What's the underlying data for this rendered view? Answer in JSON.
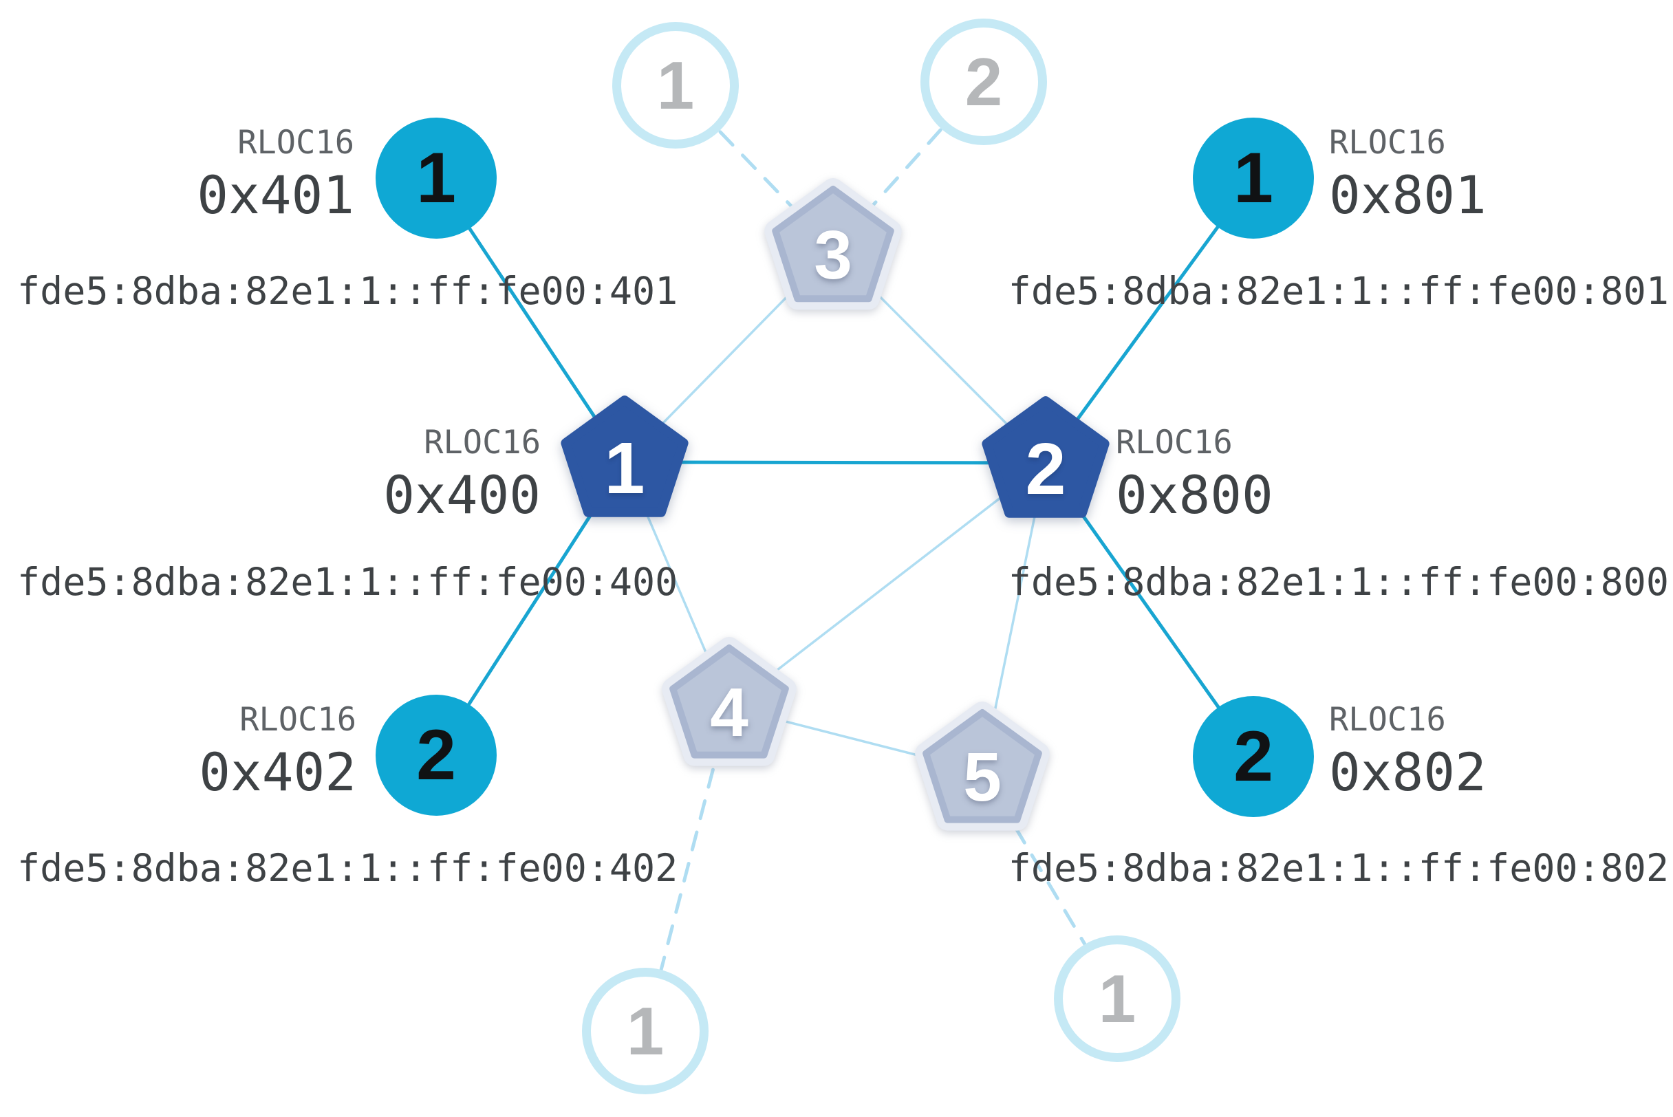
{
  "colors": {
    "background": "#ffffff",
    "router_fill": "#2D57A3",
    "child_fill": "#0FA8D4",
    "ghost_pentagon_fill": "#BAC5D9",
    "ghost_pentagon_border": "#A9B6D0",
    "ghost_pentagon_halo": "#E7EBF3",
    "ghost_circle_border": "#C5E9F5",
    "ghost_number": "#B5B7B9",
    "link_teal": "#18A5D1",
    "link_light": "#AFDDF2",
    "text_dark": "#3E4245",
    "text_gray": "#5E6266"
  },
  "nodes": {
    "router_1": {
      "number": "1",
      "rloc_label": "RLOC16",
      "rloc": "0x400",
      "address": "fde5:8dba:82e1:1::ff:fe00:400"
    },
    "router_2": {
      "number": "2",
      "rloc_label": "RLOC16",
      "rloc": "0x800",
      "address": "fde5:8dba:82e1:1::ff:fe00:800"
    },
    "child_401": {
      "number": "1",
      "rloc_label": "RLOC16",
      "rloc": "0x401",
      "address": "fde5:8dba:82e1:1::ff:fe00:401"
    },
    "child_402": {
      "number": "2",
      "rloc_label": "RLOC16",
      "rloc": "0x402",
      "address": "fde5:8dba:82e1:1::ff:fe00:402"
    },
    "child_801": {
      "number": "1",
      "rloc_label": "RLOC16",
      "rloc": "0x801",
      "address": "fde5:8dba:82e1:1::ff:fe00:801"
    },
    "child_802": {
      "number": "2",
      "rloc_label": "RLOC16",
      "rloc": "0x802",
      "address": "fde5:8dba:82e1:1::ff:fe00:802"
    },
    "ghost_pentagon_3": {
      "number": "3"
    },
    "ghost_pentagon_4": {
      "number": "4"
    },
    "ghost_pentagon_5": {
      "number": "5"
    },
    "ghost_circle_top_1": {
      "number": "1"
    },
    "ghost_circle_top_2": {
      "number": "2"
    },
    "ghost_circle_bottom_left": {
      "number": "1"
    },
    "ghost_circle_bottom_right": {
      "number": "1"
    }
  },
  "edges": [
    {
      "from": "ghost_circle_top_1",
      "to": "ghost_pentagon_3",
      "style": "dashed"
    },
    {
      "from": "ghost_circle_top_2",
      "to": "ghost_pentagon_3",
      "style": "dashed"
    },
    {
      "from": "ghost_pentagon_4",
      "to": "ghost_circle_bottom_left",
      "style": "dashed"
    },
    {
      "from": "ghost_pentagon_5",
      "to": "ghost_circle_bottom_right",
      "style": "dashed"
    },
    {
      "from": "router_1",
      "to": "ghost_pentagon_3",
      "style": "light"
    },
    {
      "from": "router_2",
      "to": "ghost_pentagon_3",
      "style": "light"
    },
    {
      "from": "router_1",
      "to": "ghost_pentagon_4",
      "style": "light"
    },
    {
      "from": "router_2",
      "to": "ghost_pentagon_4",
      "style": "light"
    },
    {
      "from": "router_2",
      "to": "ghost_pentagon_5",
      "style": "light"
    },
    {
      "from": "ghost_pentagon_4",
      "to": "ghost_pentagon_5",
      "style": "light"
    },
    {
      "from": "child_401",
      "to": "router_1",
      "style": "teal"
    },
    {
      "from": "child_402",
      "to": "router_1",
      "style": "teal"
    },
    {
      "from": "router_1",
      "to": "router_2",
      "style": "teal"
    },
    {
      "from": "child_801",
      "to": "router_2",
      "style": "teal"
    },
    {
      "from": "child_802",
      "to": "router_2",
      "style": "teal"
    }
  ]
}
